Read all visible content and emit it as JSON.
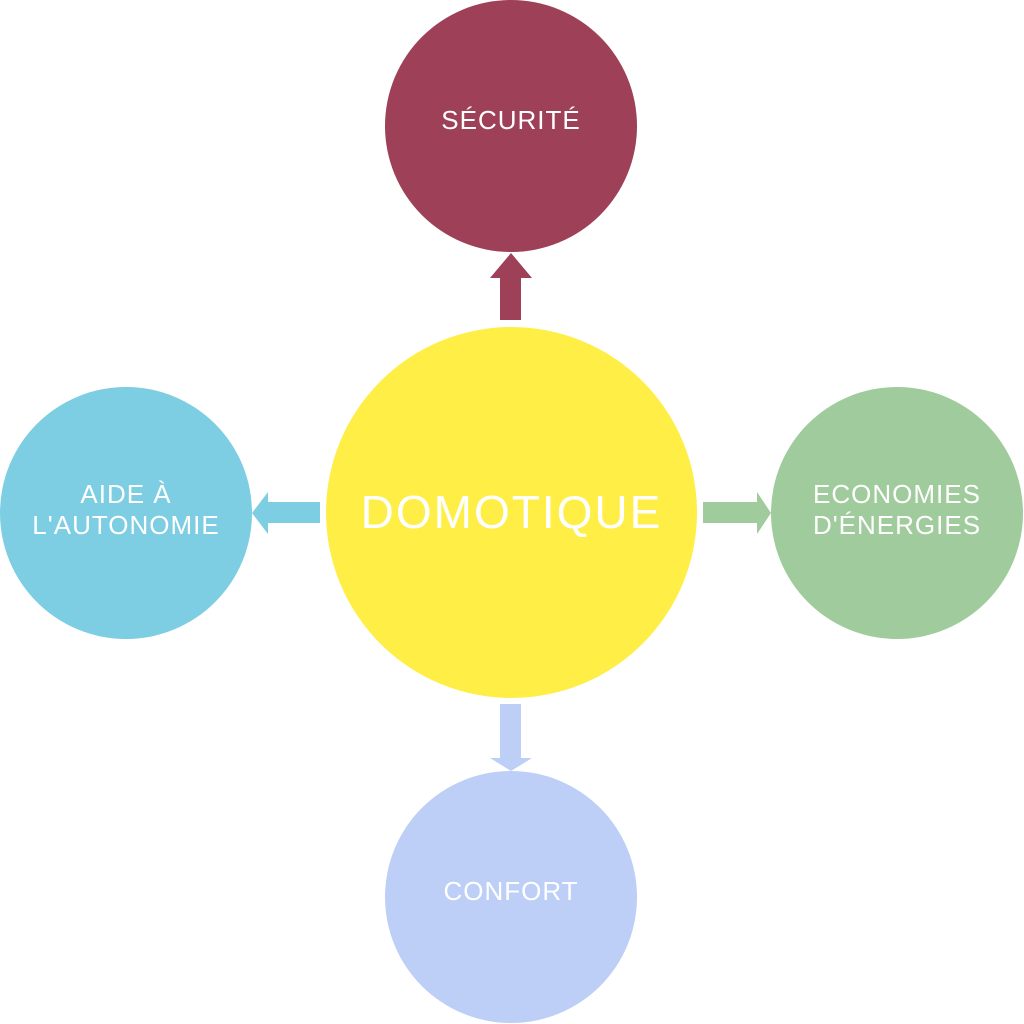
{
  "diagram": {
    "title": "Domotique",
    "center": {
      "label": "DOMOTIQUE",
      "color": "#FFEE45"
    },
    "nodes": [
      {
        "id": "top",
        "label": "SÉCURITÉ",
        "color": "#9E4057",
        "direction": "up"
      },
      {
        "id": "left",
        "label": "AIDE À\nL'AUTONOMIE",
        "color": "#7DCDE3",
        "direction": "left"
      },
      {
        "id": "right",
        "label": "ECONOMIES\nD'ÉNERGIES",
        "color": "#A0CB9C",
        "direction": "right"
      },
      {
        "id": "bottom",
        "label": "CONFORT",
        "color": "#BDCEF7",
        "direction": "down"
      }
    ],
    "text_color": "#FFFFFF",
    "background": "#FFFFFF"
  }
}
